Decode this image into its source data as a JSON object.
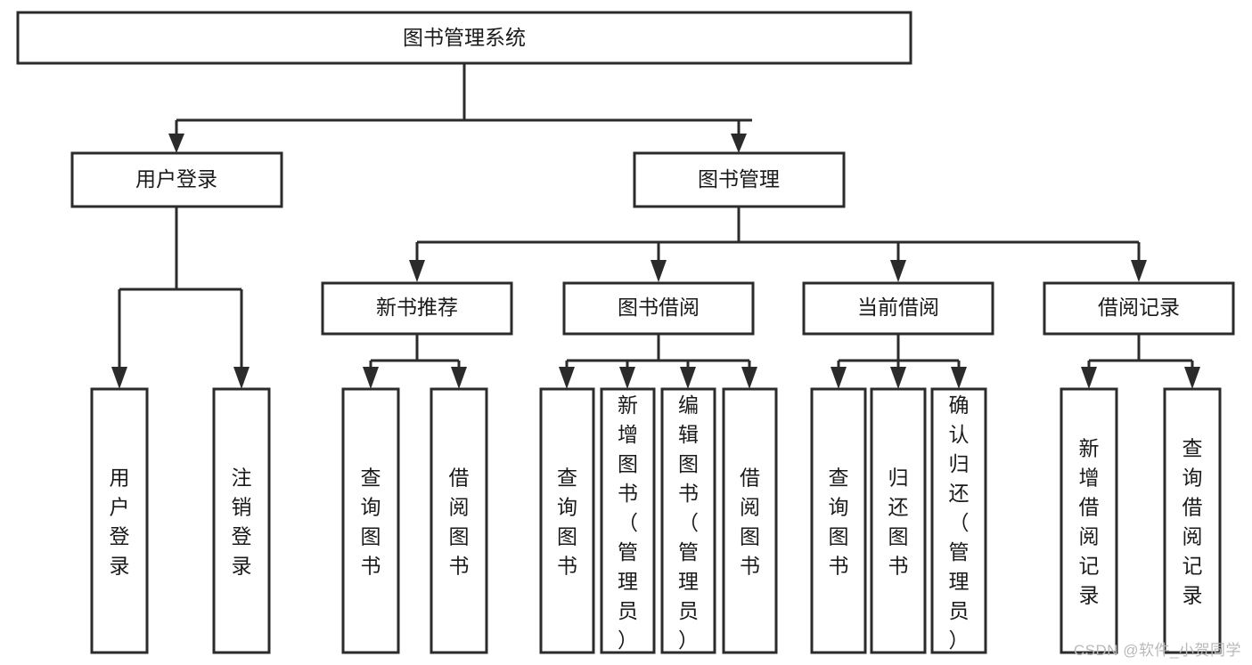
{
  "diagram": {
    "kind": "hierarchy-tree",
    "title": "图书管理系统",
    "background_color": "#ffffff",
    "line_color": "#2b2b2b",
    "text_color": "#1a1a1a",
    "root": {
      "id": "root",
      "label": "图书管理系统",
      "orientation": "horizontal"
    },
    "level2": [
      {
        "id": "user-login",
        "label": "用户登录",
        "orientation": "horizontal"
      },
      {
        "id": "book-manage",
        "label": "图书管理",
        "orientation": "horizontal"
      }
    ],
    "level3": [
      {
        "id": "new-book-recommend",
        "label": "新书推荐",
        "parent": "book-manage",
        "orientation": "horizontal"
      },
      {
        "id": "book-borrow",
        "label": "图书借阅",
        "parent": "book-manage",
        "orientation": "horizontal"
      },
      {
        "id": "current-borrow",
        "label": "当前借阅",
        "parent": "book-manage",
        "orientation": "horizontal"
      },
      {
        "id": "borrow-record",
        "label": "借阅记录",
        "parent": "book-manage",
        "orientation": "horizontal"
      }
    ],
    "leaves": [
      {
        "id": "leaf-user-login",
        "label": "用户登录",
        "parent": "user-login",
        "orientation": "vertical"
      },
      {
        "id": "leaf-logout-login",
        "label": "注销登录",
        "parent": "user-login",
        "orientation": "vertical"
      },
      {
        "id": "leaf-query-book-1",
        "label": "查询图书",
        "parent": "new-book-recommend",
        "orientation": "vertical"
      },
      {
        "id": "leaf-borrow-book-1",
        "label": "借阅图书",
        "parent": "new-book-recommend",
        "orientation": "vertical"
      },
      {
        "id": "leaf-query-book-2",
        "label": "查询图书",
        "parent": "book-borrow",
        "orientation": "vertical"
      },
      {
        "id": "leaf-add-book",
        "label": "新增图书（管理员）",
        "parent": "book-borrow",
        "orientation": "vertical"
      },
      {
        "id": "leaf-edit-book",
        "label": "编辑图书（管理员）",
        "parent": "book-borrow",
        "orientation": "vertical"
      },
      {
        "id": "leaf-borrow-book-2",
        "label": "借阅图书",
        "parent": "book-borrow",
        "orientation": "vertical"
      },
      {
        "id": "leaf-query-book-3",
        "label": "查询图书",
        "parent": "current-borrow",
        "orientation": "vertical"
      },
      {
        "id": "leaf-return-book",
        "label": "归还图书",
        "parent": "current-borrow",
        "orientation": "vertical"
      },
      {
        "id": "leaf-confirm-return",
        "label": "确认归还（管理员）",
        "parent": "current-borrow",
        "orientation": "vertical"
      },
      {
        "id": "leaf-add-record",
        "label": "新增借阅记录",
        "parent": "borrow-record",
        "orientation": "vertical"
      },
      {
        "id": "leaf-query-record",
        "label": "查询借阅记录",
        "parent": "borrow-record",
        "orientation": "vertical"
      }
    ]
  },
  "watermark": {
    "text": "CSDN @软件_小贺同学",
    "color": "#b9b9b9"
  }
}
